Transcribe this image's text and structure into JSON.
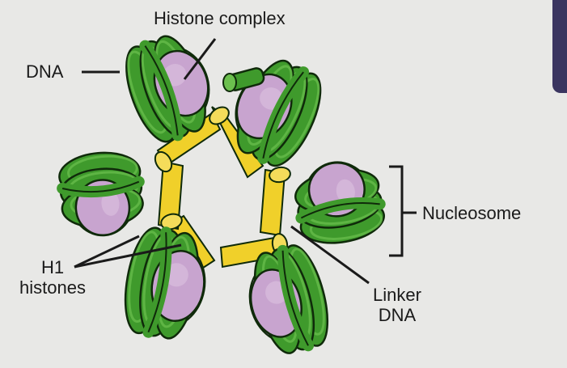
{
  "labels": {
    "histone_complex": "Histone complex",
    "dna": "DNA",
    "nucleosome": "Nucleosome",
    "h1_line1": "H1",
    "h1_line2": "histones",
    "linker_line1": "Linker",
    "linker_line2": "DNA"
  },
  "colors": {
    "dna_fill": "#3f9a2c",
    "dna_dark": "#1f5f15",
    "histone_fill": "#c8a4cf",
    "histone_dark": "#8f6b96",
    "linker_fill": "#f0d02a",
    "linker_dark": "#b89a10",
    "outline": "#0f2a0a",
    "background": "#e8e8e6"
  },
  "nucleosome_count": 6
}
